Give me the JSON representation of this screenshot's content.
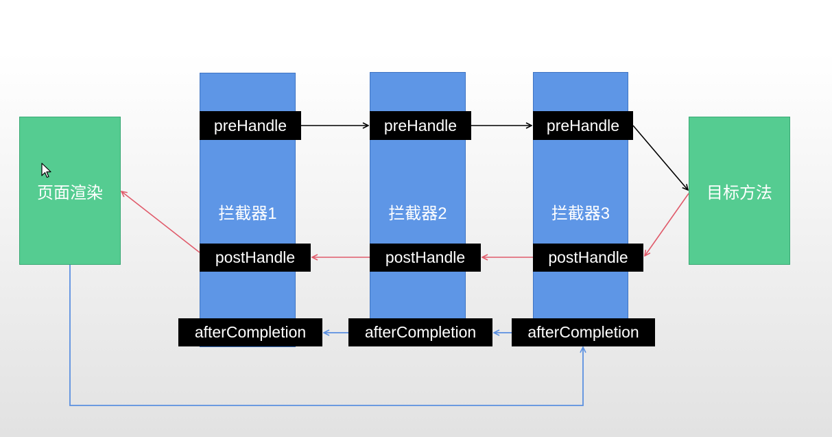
{
  "nodes": {
    "render": "页面渲染",
    "target": "目标方法",
    "interceptor1": "拦截器1",
    "interceptor2": "拦截器2",
    "interceptor3": "拦截器3"
  },
  "stages": {
    "pre": "preHandle",
    "post": "postHandle",
    "after": "afterCompletion"
  },
  "colors": {
    "green_box": "#55cc91",
    "blue_column": "#5e96e6",
    "label_bg": "#000000",
    "arrow_pre": "#000000",
    "arrow_post": "#e05a6a",
    "arrow_after": "#5a8fe0"
  },
  "icons": {
    "cursor": "mouse-pointer-icon"
  }
}
